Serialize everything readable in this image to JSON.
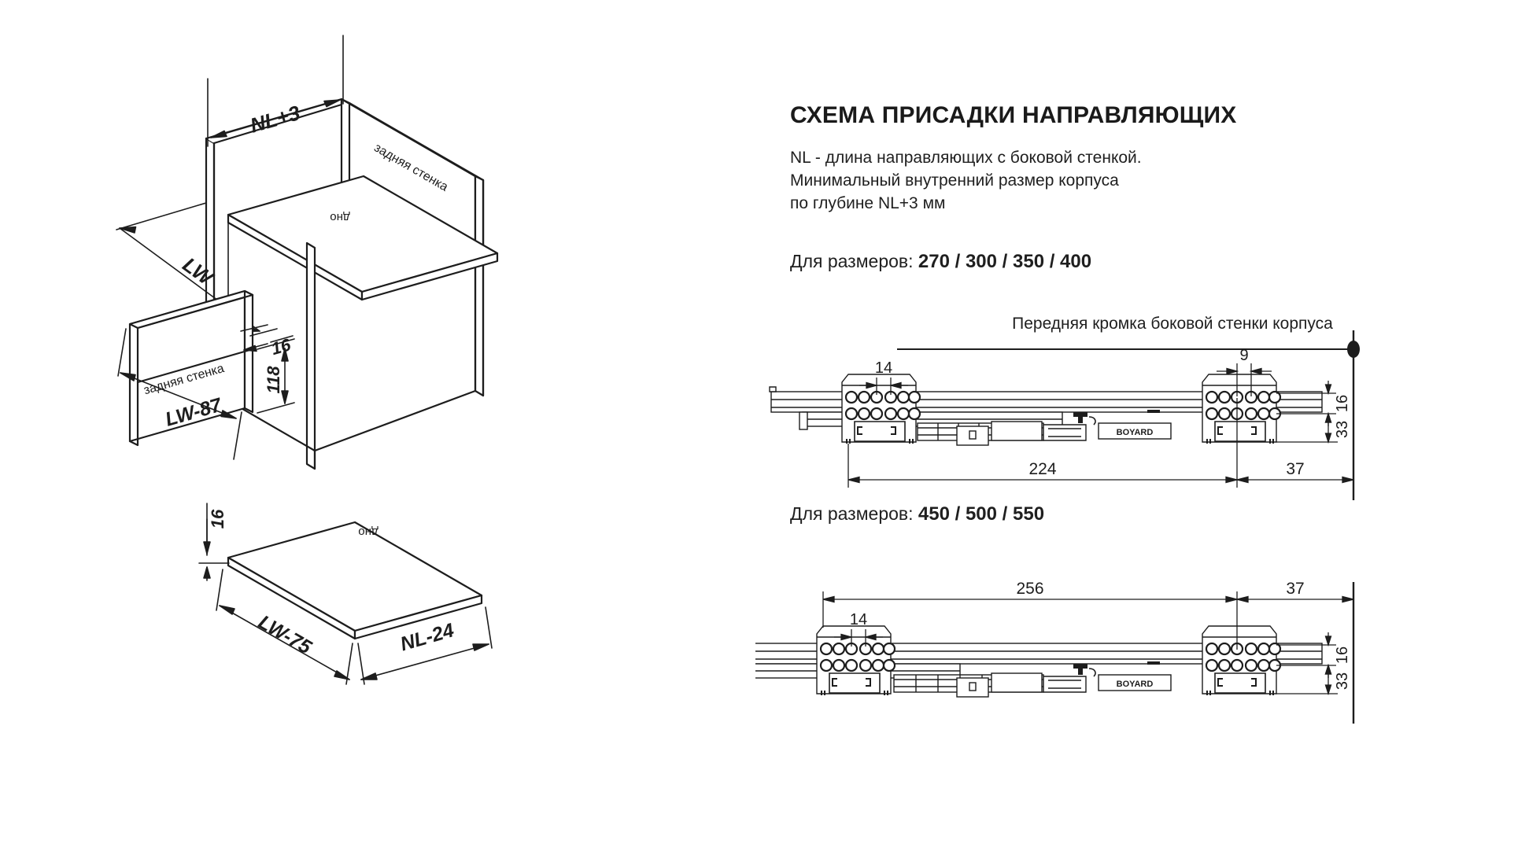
{
  "document": {
    "title": "СХЕМА ПРИСАДКИ НАПРАВЛЯЮЩИХ",
    "description": [
      "NL - длина направляющих с боковой стенкой.",
      "Минимальный внутренний размер корпуса",
      "по глубине NL+3 мм"
    ]
  },
  "isometric": {
    "cabinet": {
      "dim_depth": "NL+3",
      "dim_width": "LW",
      "label_back_wall": "задняя стенка",
      "label_bottom": "дно"
    },
    "back_panel": {
      "label": "задняя стенка",
      "dim_width": "LW-87",
      "dim_height": "118",
      "dim_thickness": "16"
    },
    "bottom_panel": {
      "label": "дно",
      "dim_width": "LW-75",
      "dim_depth": "NL-24",
      "dim_thickness": "16"
    }
  },
  "sections": [
    {
      "heading_prefix": "Для размеров:",
      "heading_sizes": "270 / 300 / 350 / 400",
      "edge_caption": "Передняя кромка боковой стенки корпуса",
      "dimensions": {
        "hole_pitch": "14",
        "hole_offset": "9",
        "height_top": "16",
        "height_total": "33",
        "span": "224",
        "front_offset": "37"
      },
      "brand_mark": "BOYARD"
    },
    {
      "heading_prefix": "Для размеров:",
      "heading_sizes": "450 / 500 / 550",
      "edge_caption": "",
      "dimensions": {
        "hole_pitch": "14",
        "hole_offset": "",
        "height_top": "16",
        "height_total": "33",
        "span": "256",
        "front_offset": "37"
      },
      "brand_mark": "BOYARD"
    }
  ],
  "colors": {
    "line": "#1d1d1d",
    "fill": "#ffffff",
    "light_fill": "#e9e9e9",
    "mid_fill": "#d3d3d3"
  }
}
